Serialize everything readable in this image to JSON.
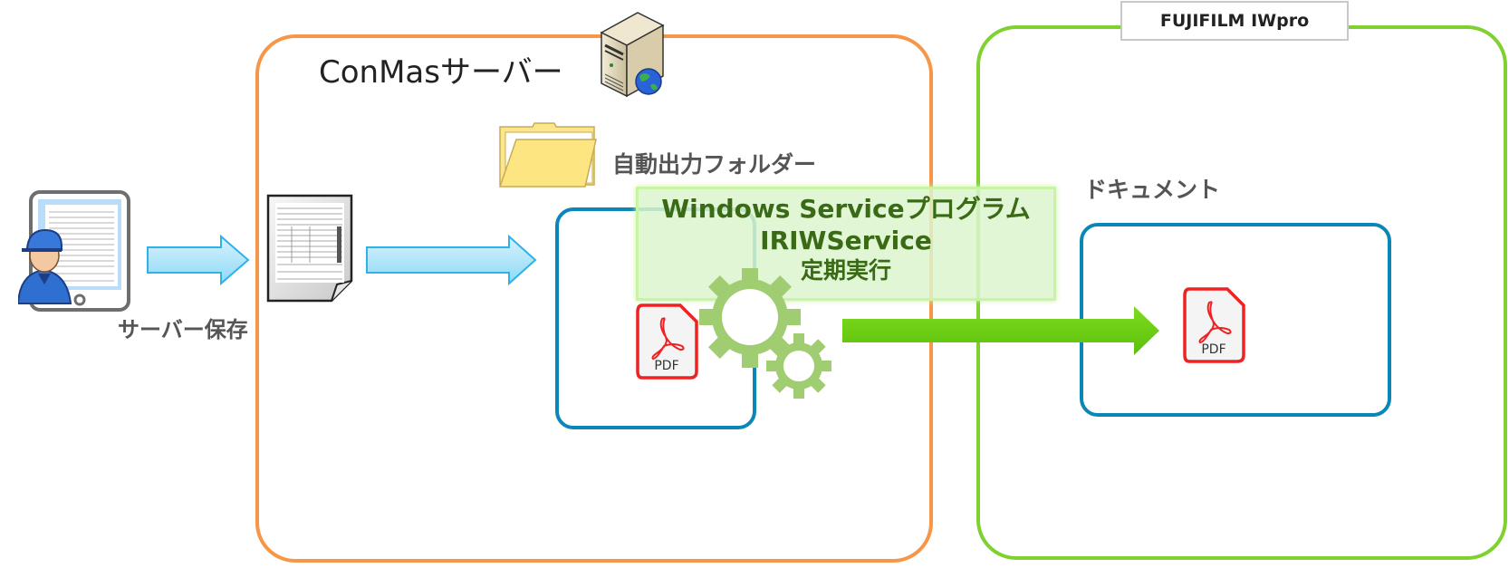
{
  "diagram": {
    "conmas_server": {
      "label": "ConMasサーバー",
      "border_color": "#f79646"
    },
    "auto_output_folder": {
      "label": "自動出力フォルダー"
    },
    "server_save": {
      "label": "サーバー保存"
    },
    "service": {
      "line1": "Windows Serviceプログラム",
      "line2": "IRIWService",
      "line3": "定期実行",
      "text_color": "#3a6a16",
      "bg_color": "#e3f5d5"
    },
    "iwpro": {
      "title": "FUJIFILM IWpro",
      "border_color": "#7ed12f"
    },
    "document": {
      "label": "ドキュメント"
    },
    "pdf_icon": {
      "label": "PDF",
      "color": "#ee2222"
    },
    "arrows": {
      "blue_color": "#7fd4f4",
      "green_color": "#66cc11"
    },
    "inner_box_color": "#0a87b6"
  }
}
